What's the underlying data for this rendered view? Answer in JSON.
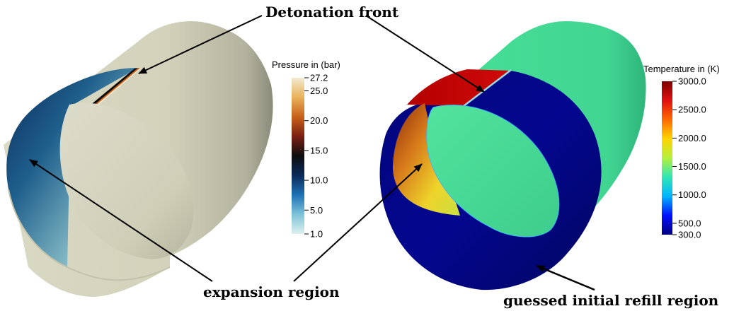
{
  "annotations": {
    "detonation_front": "Detonation front",
    "expansion_region": "expansion region",
    "refill_region": "guessed initial refill region"
  },
  "colorbars": {
    "pressure": {
      "title": "Pressure in (bar)",
      "min": 1.0,
      "max": 27.2,
      "ticks": [
        "27.2",
        "25.0",
        "20.0",
        "15.0",
        "10.0",
        "5.0",
        "1.0"
      ],
      "stops": [
        "#ddf1ee",
        "#7ec3d8",
        "#1e73b5",
        "#0a2a5a",
        "#0d0d0d",
        "#7a1f12",
        "#c8611a",
        "#e8b25a",
        "#f2ead0"
      ]
    },
    "temperature": {
      "title": "Temperature in (K)",
      "min": 300.0,
      "max": 3000.0,
      "ticks": [
        "3000.0",
        "2500.0",
        "2000.0",
        "1500.0",
        "1000.0",
        "500.0",
        "300.0"
      ],
      "stops": [
        "#00007f",
        "#0010ff",
        "#00b4ff",
        "#2fe6b4",
        "#b4f03c",
        "#ffd400",
        "#ff6a00",
        "#e01010",
        "#7f0000"
      ]
    }
  },
  "colors": {
    "pressure_background": "#d6d6bf",
    "temperature_background": "#45dc96",
    "refill_region": "#03068c"
  }
}
